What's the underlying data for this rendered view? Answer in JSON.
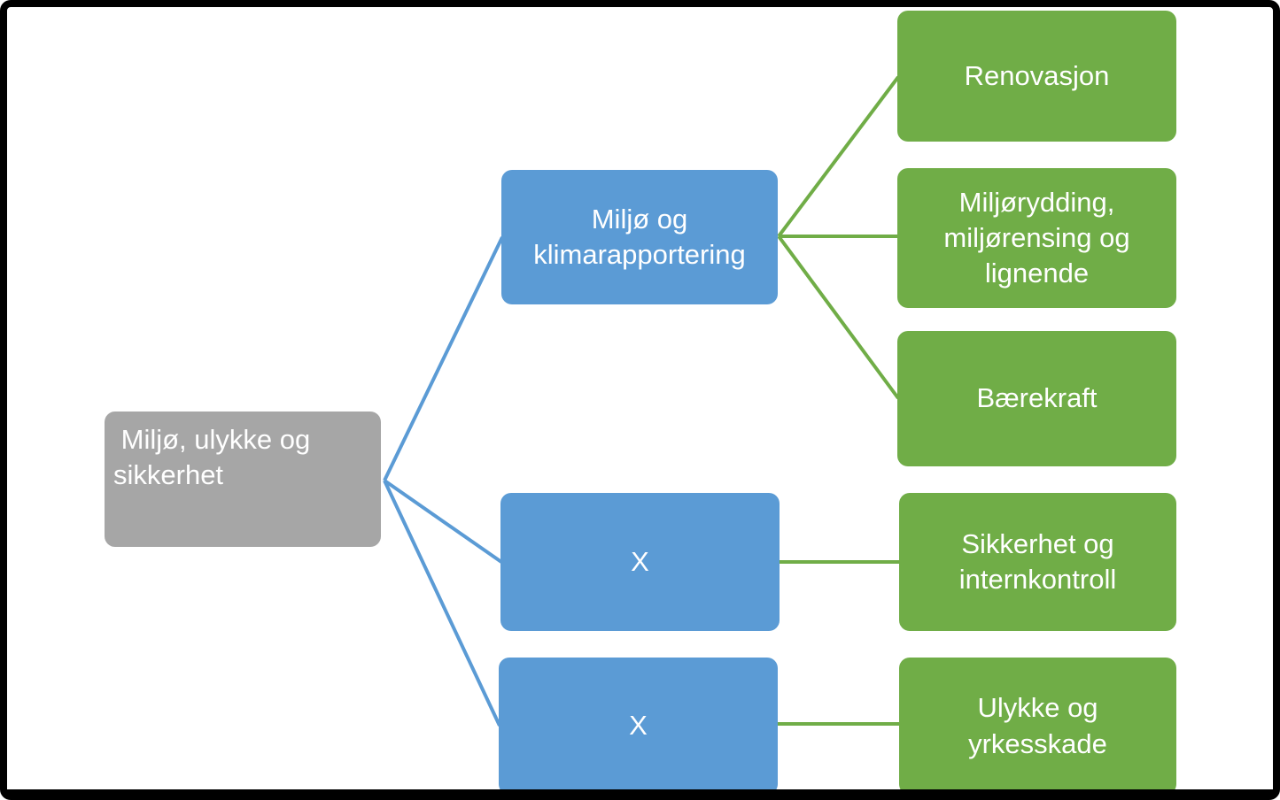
{
  "diagram": {
    "type": "hierarchy",
    "root": {
      "label": " Miljø, ulykke og\nsikkerhet"
    },
    "level2": [
      {
        "label": "Miljø og\nklimarapportering"
      },
      {
        "label": "X"
      },
      {
        "label": "X"
      }
    ],
    "level3": [
      {
        "label": "Renovasjon",
        "parent": "Miljø og klimarapportering"
      },
      {
        "label": "Miljørydding,\nmiljørensing og\nlignende",
        "parent": "Miljø og klimarapportering"
      },
      {
        "label": "Bærekraft",
        "parent": "Miljø og klimarapportering"
      },
      {
        "label": "Sikkerhet og\ninternkontroll",
        "parent": "X"
      },
      {
        "label": "Ulykke og\nyrkesskade",
        "parent": "X"
      }
    ]
  },
  "colors": {
    "level1": "#A6A6A6",
    "level2": "#5B9BD5",
    "level3": "#70AD47",
    "connector_blue": "#5B9BD5",
    "connector_green": "#70AD47",
    "text": "#FFFFFF",
    "frame_border": "#000000",
    "background": "#FFFFFF"
  }
}
